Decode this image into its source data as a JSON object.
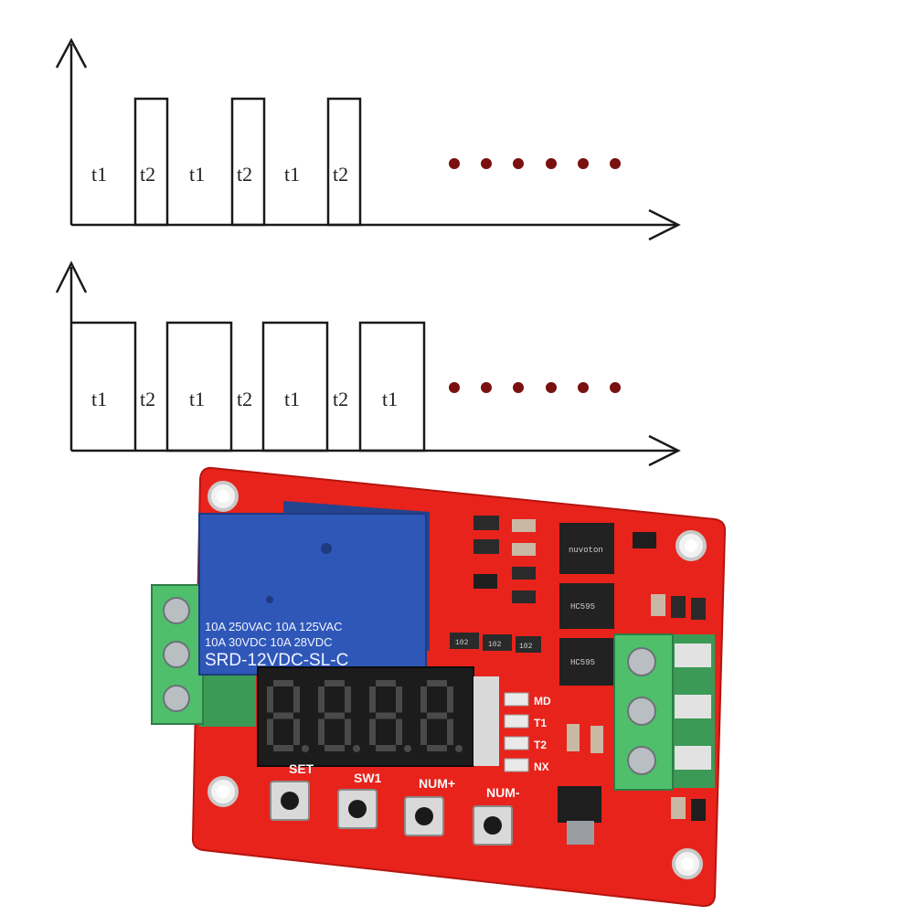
{
  "diagram": {
    "top_waveform": {
      "labels": [
        "t1",
        "t2",
        "t1",
        "t2",
        "t1",
        "t2"
      ],
      "continuation": "•••••"
    },
    "bottom_waveform": {
      "labels": [
        "t1",
        "t2",
        "t1",
        "t2",
        "t1",
        "t2",
        "t1"
      ],
      "continuation": "•••••"
    },
    "line_color": "#1a1a1a",
    "dot_color": "#7a1010"
  },
  "board": {
    "pcb_color": "#e8231b",
    "relay": {
      "color": "#2f57b8",
      "line1": "10A 250VAC  10A 125VAC",
      "line2": "10A  30VDC  10A  28VDC",
      "model": "SRD-12VDC-SL-C"
    },
    "display_digits": "8.8.8.8.",
    "leds": [
      "MD",
      "T1",
      "T2",
      "NX"
    ],
    "buttons": [
      "SET",
      "SW1",
      "NUM+",
      "NUM-"
    ],
    "chips": [
      "nuvoton",
      "HC595",
      "HC595"
    ],
    "resistor_codes": [
      "102",
      "102",
      "102"
    ]
  }
}
